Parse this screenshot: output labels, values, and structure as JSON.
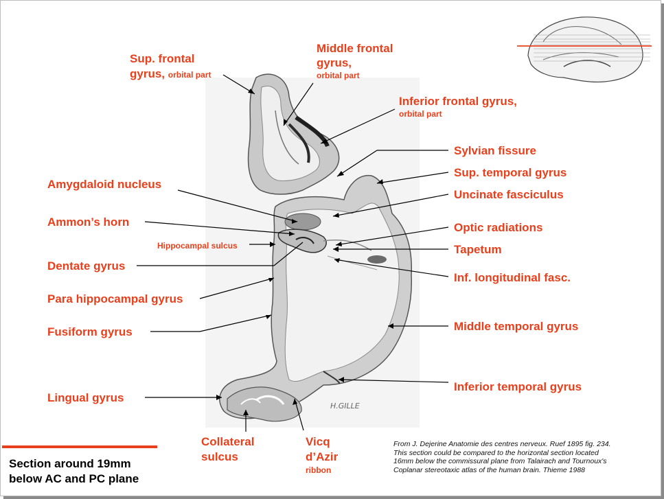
{
  "labels": {
    "sup_frontal_1": "Sup. frontal",
    "sup_frontal_2": "gyrus,",
    "sup_frontal_3": "orbital part",
    "mid_frontal_1": "Middle frontal",
    "mid_frontal_2": "gyrus,",
    "mid_frontal_3": "orbital part",
    "inf_frontal_1": "Inferior frontal gyrus,",
    "inf_frontal_2": "orbital part",
    "sylvian": "Sylvian fissure",
    "sup_temporal": "Sup. temporal gyrus",
    "uncinate": "Uncinate fasciculus",
    "optic": "Optic radiations",
    "tapetum": "Tapetum",
    "inf_long": "Inf. longitudinal fasc.",
    "mid_temporal": "Middle temporal gyrus",
    "inf_temporal": "Inferior temporal gyrus",
    "amygdaloid": "Amygdaloid nucleus",
    "ammon": "Ammon’s horn",
    "hippo_sulcus": "Hippocampal sulcus",
    "dentate": "Dentate gyrus",
    "parahippo": "Para hippocampal gyrus",
    "fusiform": "Fusiform gyrus",
    "lingual": "Lingual gyrus",
    "collateral_1": "Collateral",
    "collateral_2": "sulcus",
    "vicq_1": "Vicq",
    "vicq_2": "d’Azir",
    "vicq_3": "ribbon"
  },
  "section_title_1": "Section around 19mm",
  "section_title_2": "below AC and PC plane",
  "citation": {
    "line1": "From J. Dejerine Anatomie des centres nerveux. Ruef 1895 fig. 234.",
    "line2": "This section could be compared to the horizontal section located",
    "line3": "16mm below the commissural plane from Talairach and Tournoux's",
    "line4": "Coplanar stereotaxic atlas of the human brain. Thieme 1988"
  },
  "signature": "H.GILLE",
  "colors": {
    "label": "#e8401c",
    "slide_border": "#bdbdbd"
  }
}
